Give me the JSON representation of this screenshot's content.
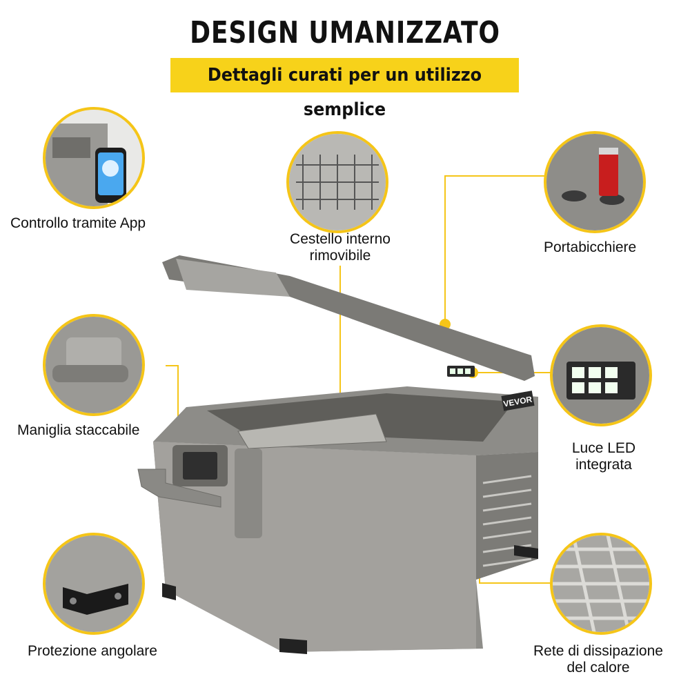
{
  "header": {
    "title": "DESIGN UMANIZZATO",
    "subtitle": "Dettagli curati per un utilizzo semplice"
  },
  "features": {
    "app": "Controllo tramite App",
    "basket_line1": "Cestello interno",
    "basket_line2": "rimovibile",
    "cupholder": "Portabicchiere",
    "handle": "Maniglia staccabile",
    "led_line1": "Luce LED",
    "led_line2": "integrata",
    "corner": "Protezione angolare",
    "vent_line1": "Rete di dissipazione",
    "vent_line2": "del calore"
  },
  "product": {
    "brand": "VEVOR"
  },
  "colors": {
    "accent": "#f7d21a",
    "connector": "#f5c518",
    "body": "#9a9894"
  }
}
